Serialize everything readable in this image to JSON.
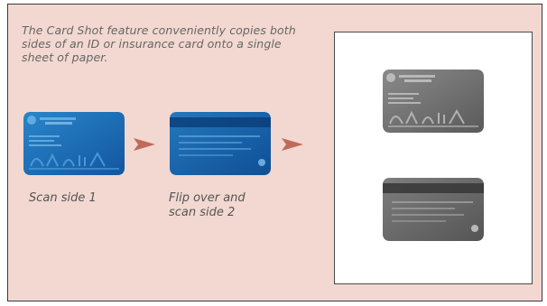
{
  "caption": "The Card Shot feature conveniently copies both sides of an ID or insurance card onto a single sheet of paper.",
  "steps": [
    {
      "label": "Scan side 1"
    },
    {
      "label": "Flip over and scan side 2"
    }
  ],
  "card_front": {
    "header": "",
    "name": ""
  },
  "colors": {
    "background": "#f2d8d0",
    "card_blue": "#1f6fb5",
    "arrow": "#c06a5a",
    "sheet": "#ffffff",
    "gray_card": "#6f6f6f"
  },
  "icons": [
    "arrow-right-icon",
    "arrow-right-icon"
  ]
}
